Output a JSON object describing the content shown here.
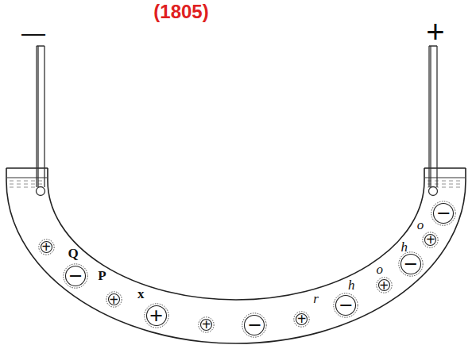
{
  "diagram": {
    "title": "",
    "nodes": [
      {
        "text": [
          "+"
        ]
      },
      {
        "text": [
          "−"
        ]
      },
      {
        "text": [
          "+"
        ]
      },
      {
        "text": [
          "+"
        ]
      },
      {
        "text": [
          "+"
        ]
      },
      {
        "text": [
          "−"
        ]
      },
      {
        "text": [
          "+"
        ]
      },
      {
        "text": [
          "−"
        ]
      },
      {
        "text": [
          "+"
        ]
      },
      {
        "text": [
          "−"
        ]
      },
      {
        "text": [
          "+"
        ]
      },
      {
        "text": [
          "−"
        ]
      }
    ],
    "labels": [
      "(1805)",
      "—",
      "+",
      "Q",
      "P",
      "x",
      "r",
      "h",
      "o",
      "h",
      "o"
    ]
  }
}
